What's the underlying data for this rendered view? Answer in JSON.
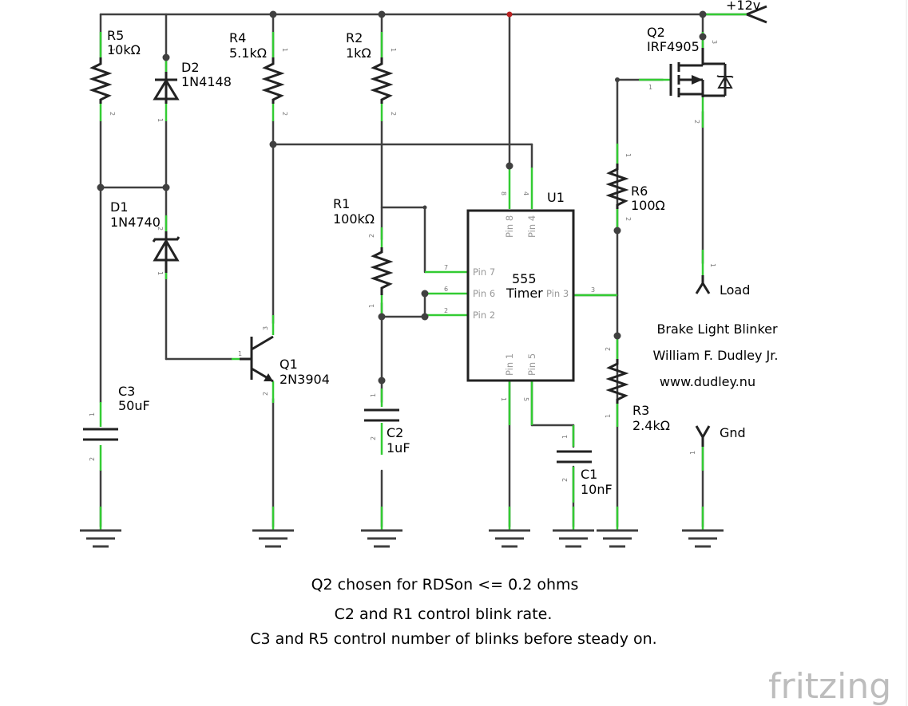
{
  "components": {
    "r5": {
      "ref": "R5",
      "value": "10kΩ"
    },
    "d2": {
      "ref": "D2",
      "value": "1N4148"
    },
    "r4": {
      "ref": "R4",
      "value": "5.1kΩ"
    },
    "r2": {
      "ref": "R2",
      "value": "1kΩ"
    },
    "q2": {
      "ref": "Q2",
      "value": "IRF4905"
    },
    "d1": {
      "ref": "D1",
      "value": "1N4740"
    },
    "r6": {
      "ref": "R6",
      "value": "100Ω"
    },
    "r1": {
      "ref": "R1",
      "value": "100kΩ"
    },
    "u1": {
      "ref": "U1",
      "name_line1": "555",
      "name_line2": "Timer"
    },
    "q1": {
      "ref": "Q1",
      "value": "2N3904"
    },
    "c3": {
      "ref": "C3",
      "value": "50uF"
    },
    "c2": {
      "ref": "C2",
      "value": "1uF"
    },
    "c1": {
      "ref": "C1",
      "value": "10nF"
    },
    "r3": {
      "ref": "R3",
      "value": "2.4kΩ"
    }
  },
  "ic_pins": {
    "pin8": "Pin 8",
    "pin4": "Pin 4",
    "pin7": "Pin 7",
    "pin6": "Pin 6",
    "pin2": "Pin 2",
    "pin3": "Pin 3",
    "pin1": "Pin 1",
    "pin5": "Pin 5"
  },
  "pin_numbers": {
    "p1": "1",
    "p2": "2",
    "p3": "3",
    "p4": "4",
    "p5": "5",
    "p6": "6",
    "p7": "7",
    "p8": "8"
  },
  "labels": {
    "supply": "+12v",
    "load": "Load",
    "gnd": "Gnd"
  },
  "title_block": {
    "title": "Brake Light Blinker",
    "author": "William F. Dudley Jr.",
    "website": "www.dudley.nu"
  },
  "notes": [
    "Q2 chosen for RDSon <= 0.2 ohms",
    "C2 and R1 control blink rate.",
    "C3 and R5 control number of blinks before steady on."
  ],
  "watermark": "fritzing"
}
